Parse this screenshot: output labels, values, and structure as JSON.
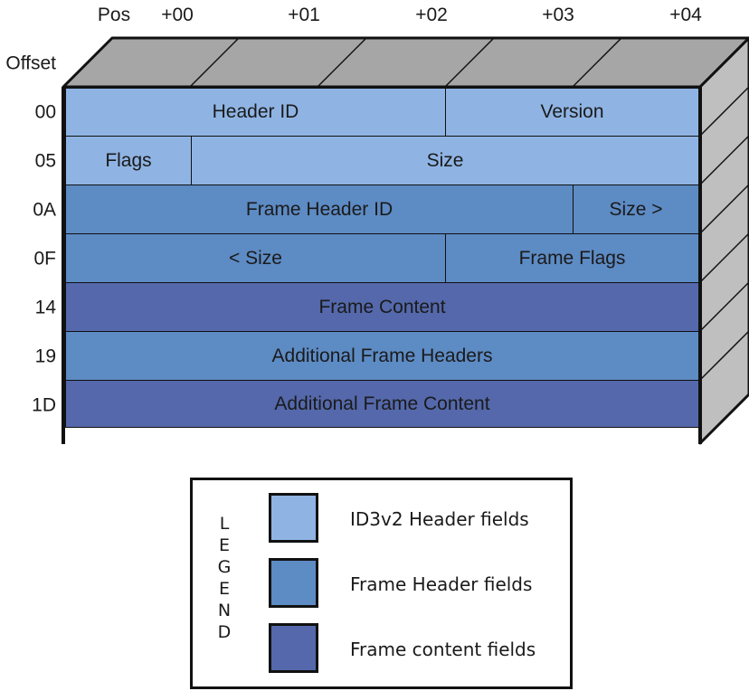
{
  "header": {
    "pos_label": "Pos",
    "offset_label": "Offset",
    "columns": [
      "+00",
      "+01",
      "+02",
      "+03",
      "+04"
    ]
  },
  "rows": [
    {
      "offset": "00",
      "cells": [
        {
          "label": "Header ID",
          "kind": "id3v2"
        },
        {
          "label": "Version",
          "kind": "id3v2"
        }
      ]
    },
    {
      "offset": "05",
      "cells": [
        {
          "label": "Flags",
          "kind": "id3v2"
        },
        {
          "label": "Size",
          "kind": "id3v2"
        }
      ]
    },
    {
      "offset": "0A",
      "cells": [
        {
          "label": "Frame Header ID",
          "kind": "frame_header"
        },
        {
          "label": "Size >",
          "kind": "frame_header"
        }
      ]
    },
    {
      "offset": "0F",
      "cells": [
        {
          "label": "< Size",
          "kind": "frame_header"
        },
        {
          "label": "Frame Flags",
          "kind": "frame_header"
        }
      ]
    },
    {
      "offset": "14",
      "cells": [
        {
          "label": "Frame Content",
          "kind": "frame_content"
        }
      ]
    },
    {
      "offset": "19",
      "cells": [
        {
          "label": "Additional Frame Headers",
          "kind": "frame_header"
        }
      ]
    },
    {
      "offset": "1D",
      "cells": [
        {
          "label": "Additional Frame Content",
          "kind": "frame_content"
        }
      ]
    }
  ],
  "legend": {
    "title_letters": [
      "L",
      "E",
      "G",
      "E",
      "N",
      "D"
    ],
    "items": [
      {
        "label": "ID3v2 Header fields",
        "kind": "id3v2"
      },
      {
        "label": "Frame Header fields",
        "kind": "frame_header"
      },
      {
        "label": "Frame content fields",
        "kind": "frame_content"
      }
    ]
  },
  "colors": {
    "id3v2": "#8fb4e3",
    "frame_header": "#5d8bc4",
    "frame_content": "#5468ab",
    "top_face": "#a6a6a6",
    "side_face": "#bfbfbf"
  }
}
